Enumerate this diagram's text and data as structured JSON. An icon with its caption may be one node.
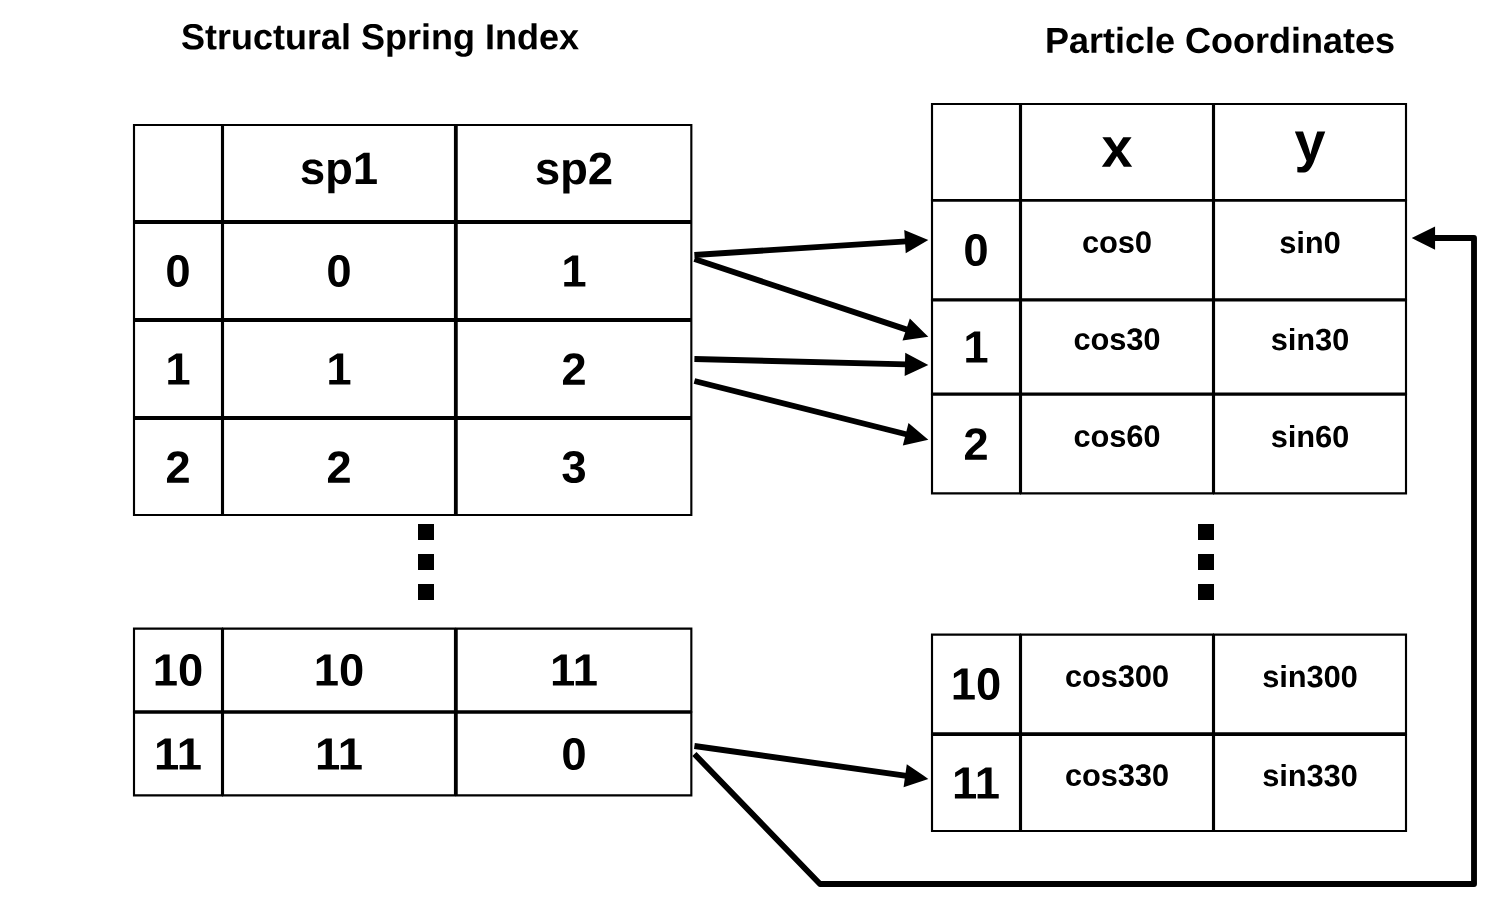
{
  "diagram": {
    "nodes": [
      {
        "text": [],
        "shape": "box"
      },
      {
        "text": [
          "sp1"
        ]
      },
      {
        "text": [
          "sp2"
        ]
      },
      {
        "text": [
          "0"
        ]
      },
      {
        "text": [
          "0"
        ]
      },
      {
        "text": [
          "1"
        ]
      },
      {
        "text": [
          "1"
        ]
      },
      {
        "text": [
          "1"
        ]
      },
      {
        "text": [
          "2"
        ]
      },
      {
        "text": [
          "2"
        ]
      },
      {
        "text": [
          "2"
        ]
      },
      {
        "text": [
          "3"
        ]
      },
      {
        "text": [
          "10"
        ]
      },
      {
        "text": [
          "10"
        ]
      },
      {
        "text": [
          "11"
        ]
      },
      {
        "text": [
          "11"
        ]
      },
      {
        "text": [
          "11"
        ]
      },
      {
        "text": [
          "0"
        ]
      },
      {
        "text": [],
        "shape": "box"
      },
      {
        "text": [
          "x"
        ]
      },
      {
        "text": [
          "y"
        ]
      },
      {
        "text": [
          "0"
        ]
      },
      {
        "text": [
          "cos0"
        ]
      },
      {
        "text": [
          "sin0"
        ]
      },
      {
        "text": [
          "1"
        ]
      },
      {
        "text": [
          "cos30"
        ]
      },
      {
        "text": [
          "sin30"
        ]
      },
      {
        "text": [
          "2"
        ]
      },
      {
        "text": [
          "cos60"
        ]
      },
      {
        "text": [
          "sin60"
        ]
      },
      {
        "text": [
          "10"
        ]
      },
      {
        "text": [
          "cos300"
        ]
      },
      {
        "text": [
          "sin300"
        ]
      },
      {
        "text": [
          "11"
        ]
      },
      {
        "text": [
          "cos330"
        ]
      },
      {
        "text": [
          "sin330"
        ]
      }
    ],
    "edges": [
      {
        "from": 5,
        "to": 21,
        "arrow": "to"
      },
      {
        "from": 5,
        "to": 24,
        "arrow": "to"
      },
      {
        "from": 8,
        "to": 24,
        "arrow": "to"
      },
      {
        "from": 8,
        "to": 27,
        "arrow": "to"
      },
      {
        "from": 17,
        "to": 33,
        "arrow": "to"
      },
      {
        "from": 17,
        "to": 23,
        "arrow": "to"
      }
    ],
    "labels": [
      "Structural Spring Index",
      "Particle Coordinates"
    ]
  }
}
